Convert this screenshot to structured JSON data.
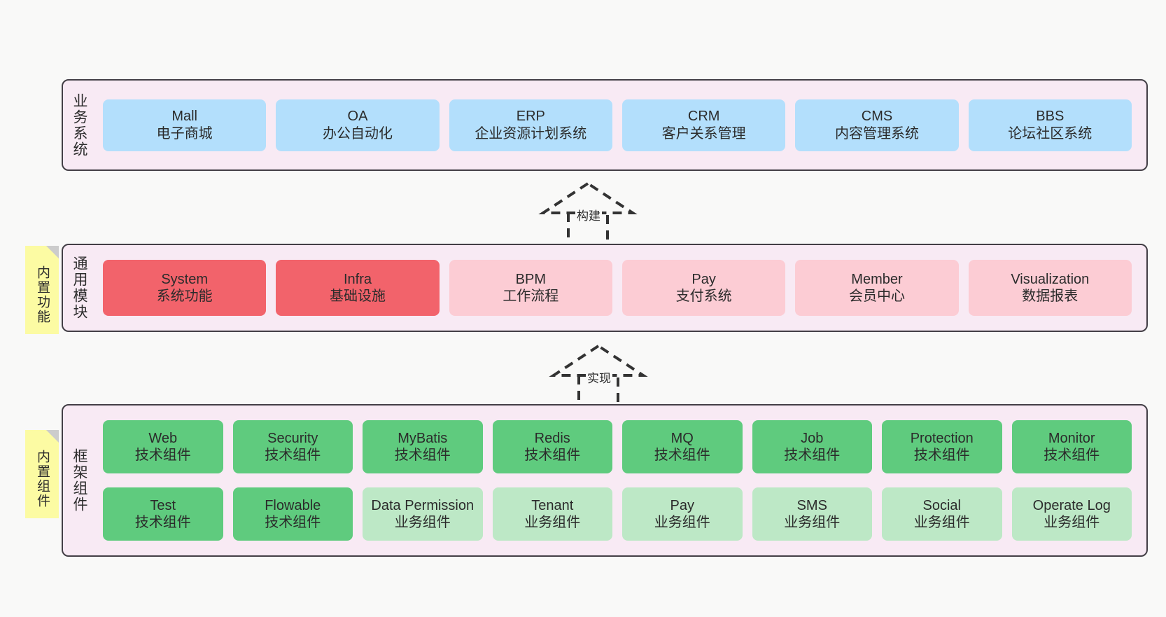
{
  "layers": [
    {
      "id": "business",
      "title": "业务系统",
      "rows": [
        {
          "cards": [
            {
              "en": "Mall",
              "cn": "电子商城",
              "color": "blue",
              "hex": "#b3dffc"
            },
            {
              "en": "OA",
              "cn": "办公自动化",
              "color": "blue",
              "hex": "#b3dffc"
            },
            {
              "en": "ERP",
              "cn": "企业资源计划系统",
              "color": "blue",
              "hex": "#b3dffc"
            },
            {
              "en": "CRM",
              "cn": "客户关系管理",
              "color": "blue",
              "hex": "#b3dffc"
            },
            {
              "en": "CMS",
              "cn": "内容管理系统",
              "color": "blue",
              "hex": "#b3dffc"
            },
            {
              "en": "BBS",
              "cn": "论坛社区系统",
              "color": "blue",
              "hex": "#b3dffc"
            }
          ]
        }
      ]
    },
    {
      "id": "common",
      "title": "通用模块",
      "note": "内置功能",
      "rows": [
        {
          "cards": [
            {
              "en": "System",
              "cn": "系统功能",
              "color": "red",
              "hex": "#f2636b"
            },
            {
              "en": "Infra",
              "cn": "基础设施",
              "color": "red",
              "hex": "#f2636b"
            },
            {
              "en": "BPM",
              "cn": "工作流程",
              "color": "pink",
              "hex": "#fcccd4"
            },
            {
              "en": "Pay",
              "cn": "支付系统",
              "color": "pink",
              "hex": "#fcccd4"
            },
            {
              "en": "Member",
              "cn": "会员中心",
              "color": "pink",
              "hex": "#fcccd4"
            },
            {
              "en": "Visualization",
              "cn": "数据报表",
              "color": "pink",
              "hex": "#fcccd4"
            }
          ]
        }
      ]
    },
    {
      "id": "framework",
      "title": "框架组件",
      "note": "内置组件",
      "rows": [
        {
          "cards": [
            {
              "en": "Web",
              "cn": "技术组件",
              "color": "green",
              "hex": "#5fcb7e"
            },
            {
              "en": "Security",
              "cn": "技术组件",
              "color": "green",
              "hex": "#5fcb7e"
            },
            {
              "en": "MyBatis",
              "cn": "技术组件",
              "color": "green",
              "hex": "#5fcb7e"
            },
            {
              "en": "Redis",
              "cn": "技术组件",
              "color": "green",
              "hex": "#5fcb7e"
            },
            {
              "en": "MQ",
              "cn": "技术组件",
              "color": "green",
              "hex": "#5fcb7e"
            },
            {
              "en": "Job",
              "cn": "技术组件",
              "color": "green",
              "hex": "#5fcb7e"
            },
            {
              "en": "Protection",
              "cn": "技术组件",
              "color": "green",
              "hex": "#5fcb7e"
            },
            {
              "en": "Monitor",
              "cn": "技术组件",
              "color": "green",
              "hex": "#5fcb7e"
            }
          ]
        },
        {
          "cards": [
            {
              "en": "Test",
              "cn": "技术组件",
              "color": "green",
              "hex": "#5fcb7e"
            },
            {
              "en": "Flowable",
              "cn": "技术组件",
              "color": "green",
              "hex": "#5fcb7e"
            },
            {
              "en": "Data Permission",
              "cn": "业务组件",
              "color": "lgreen",
              "hex": "#bde8c6"
            },
            {
              "en": "Tenant",
              "cn": "业务组件",
              "color": "lgreen",
              "hex": "#bde8c6"
            },
            {
              "en": "Pay",
              "cn": "业务组件",
              "color": "lgreen",
              "hex": "#bde8c6"
            },
            {
              "en": "SMS",
              "cn": "业务组件",
              "color": "lgreen",
              "hex": "#bde8c6"
            },
            {
              "en": "Social",
              "cn": "业务组件",
              "color": "lgreen",
              "hex": "#bde8c6"
            },
            {
              "en": "Operate Log",
              "cn": "业务组件",
              "color": "lgreen",
              "hex": "#bde8c6"
            }
          ]
        }
      ]
    }
  ],
  "arrows": [
    {
      "id": "build",
      "label": "构建",
      "style": "dashed-generalization"
    },
    {
      "id": "realize",
      "label": "实现",
      "style": "dashed-generalization"
    }
  ],
  "palette": {
    "page_background": "#f9f9f8",
    "panel_background": "#f8eaf4",
    "panel_border": "#433f46",
    "note_background": "#fcfba3",
    "note_fold": "#cccccc",
    "text": "#2b2b2b"
  }
}
